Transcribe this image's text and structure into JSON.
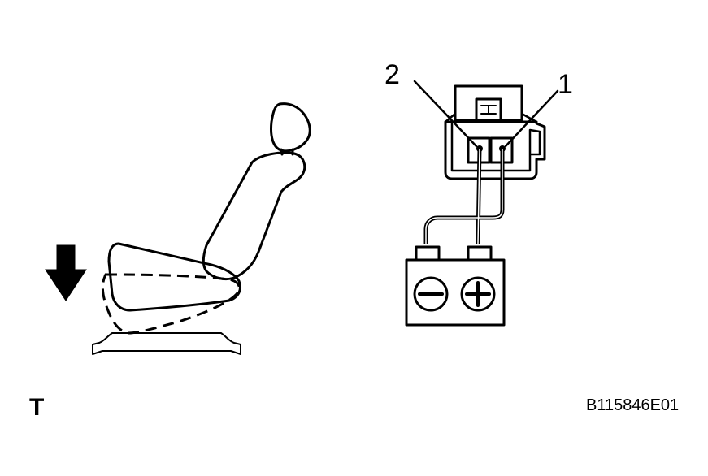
{
  "labels": {
    "pin_2": "2",
    "pin_1": "1",
    "corner_mark": "T",
    "figure_code": "B115846E01"
  },
  "battery": {
    "negative_symbol": "minus-sign",
    "positive_symbol": "plus-sign"
  },
  "motion_arrow": {
    "direction": "down"
  },
  "colors": {
    "ink": "#000000",
    "background": "#ffffff"
  }
}
